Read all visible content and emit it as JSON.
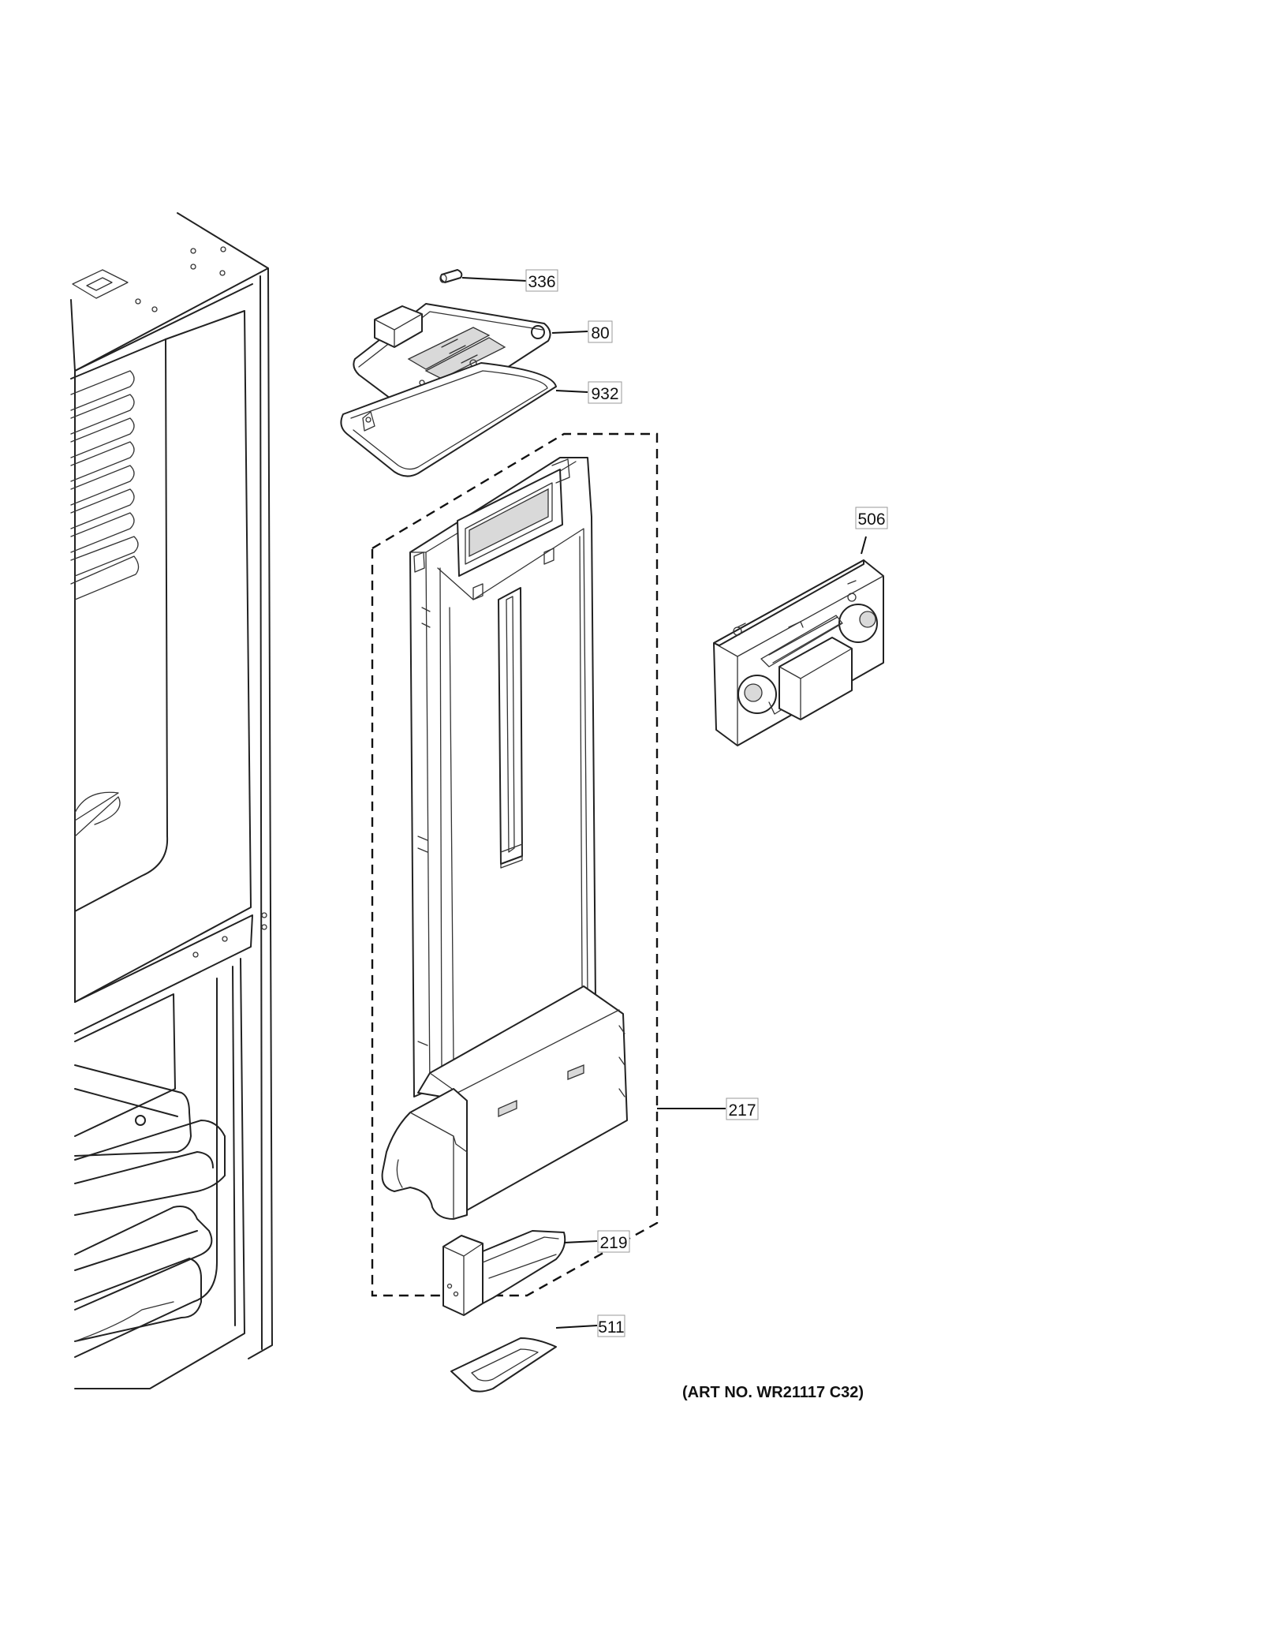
{
  "callouts": [
    {
      "id": "336",
      "label": "336"
    },
    {
      "id": "80",
      "label": "80"
    },
    {
      "id": "932",
      "label": "932"
    },
    {
      "id": "506",
      "label": "506"
    },
    {
      "id": "217",
      "label": "217"
    },
    {
      "id": "219",
      "label": "219"
    },
    {
      "id": "511",
      "label": "511"
    }
  ],
  "art_number": "(ART NO. WR21117 C32)"
}
